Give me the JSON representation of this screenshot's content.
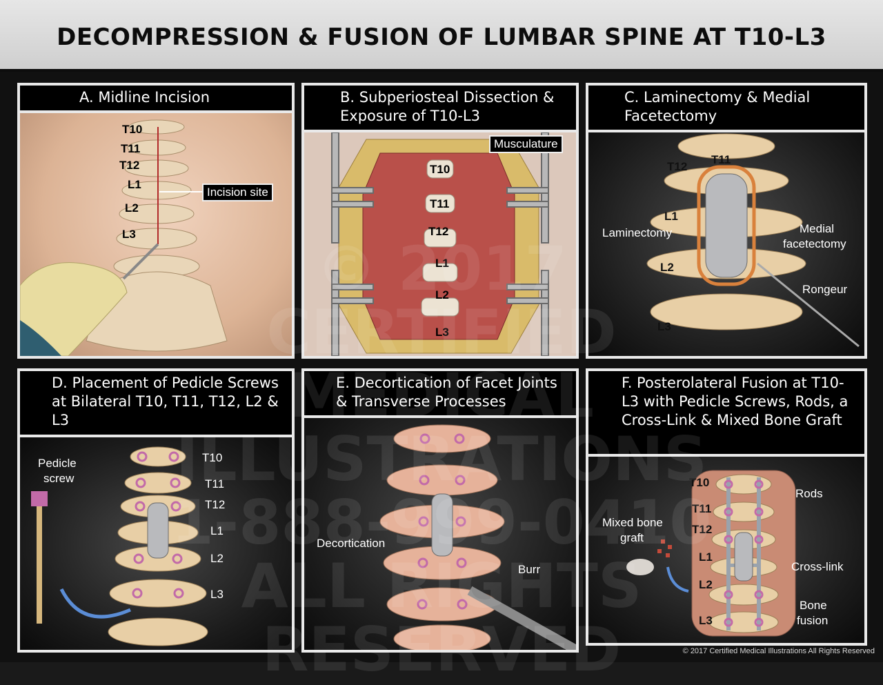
{
  "title": "DECOMPRESSION & FUSION OF LUMBAR SPINE AT T10-L3",
  "watermark": [
    "© 2017",
    "CERTIFIED MEDICAL",
    "ILLUSTRATIONS",
    "1-888-999-0410",
    "ALL RIGHTS",
    "RESERVED"
  ],
  "footer": "© 2017 Certified Medical Illustrations All Rights Reserved",
  "panels": {
    "a": {
      "title": "A. Midline Incision",
      "levels": [
        "T10",
        "T11",
        "T12",
        "L1",
        "L2",
        "L3"
      ],
      "callout": "Incision site"
    },
    "b": {
      "title": "B. Subperiosteal Dissection & Exposure of T10-L3",
      "levels": [
        "T10",
        "T11",
        "T12",
        "L1",
        "L2",
        "L3"
      ],
      "callout": "Musculature"
    },
    "c": {
      "title": "C. Laminectomy & Medial Facetectomy",
      "levels": [
        "T11",
        "T12",
        "L1",
        "L2",
        "L3"
      ],
      "laminectomy": "Laminectomy",
      "medial": "Medial",
      "facetectomy": "facetectomy",
      "rongeur": "Rongeur"
    },
    "d": {
      "title": "D. Placement of Pedicle Screws at Bilateral T10, T11, T12, L2 & L3",
      "levels": [
        "T10",
        "T11",
        "T12",
        "L1",
        "L2",
        "L3"
      ],
      "pedicle": "Pedicle",
      "screw": "screw"
    },
    "e": {
      "title": "E. Decortication of Facet Joints & Transverse Processes",
      "decortication": "Decortication",
      "burr": "Burr"
    },
    "f": {
      "title": "F. Posterolateral Fusion at T10-L3 with Pedicle Screws, Rods, a Cross-Link & Mixed Bone Graft",
      "levels": [
        "T10",
        "T11",
        "T12",
        "L1",
        "L2",
        "L3"
      ],
      "rods": "Rods",
      "mixed_bone": "Mixed bone",
      "graft": "graft",
      "crosslink": "Cross-link",
      "bone": "Bone",
      "fusion": "fusion"
    }
  },
  "colors": {
    "bone": "#e8cfa6",
    "disc": "#cfd3d6",
    "screw": "#c26aa8",
    "muscle": "#b9504a",
    "skin": "#e7c3a8"
  }
}
